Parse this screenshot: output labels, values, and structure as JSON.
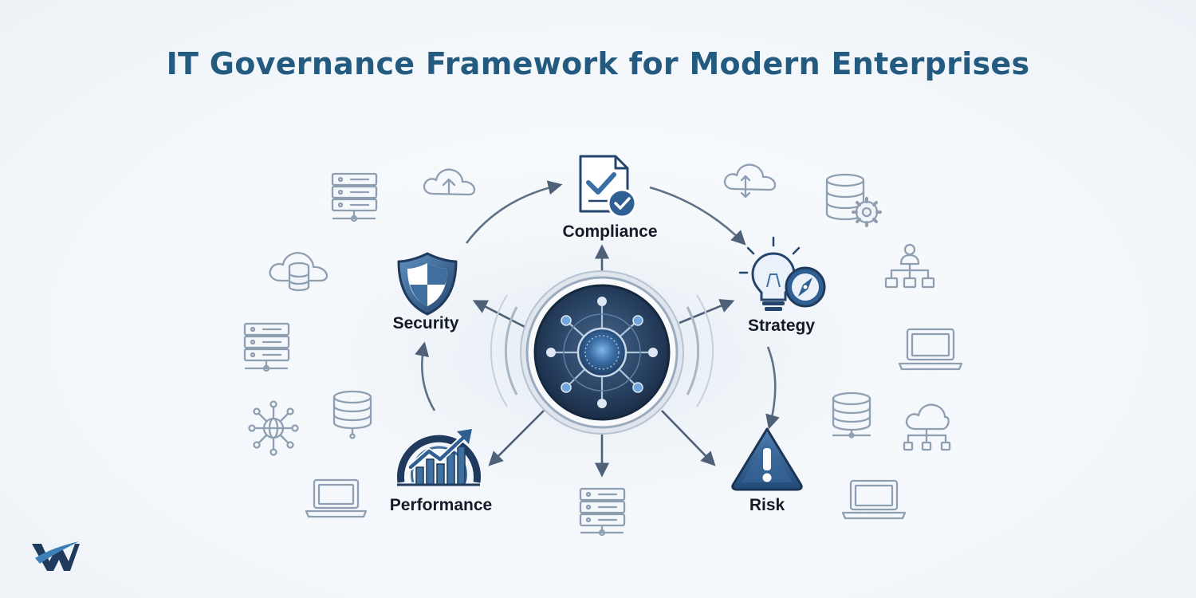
{
  "title": "IT Governance Framework for Modern Enterprises",
  "pillars": [
    {
      "label": "Compliance",
      "icon": "compliance-checklist-icon"
    },
    {
      "label": "Strategy",
      "icon": "strategy-lightbulb-compass-icon"
    },
    {
      "label": "Risk",
      "icon": "risk-warning-icon"
    },
    {
      "label": "Performance",
      "icon": "performance-gauge-icon"
    },
    {
      "label": "Security",
      "icon": "security-shield-icon"
    }
  ],
  "hub": {
    "icon": "governance-hub-icon"
  },
  "logo": {
    "icon": "company-w-logo-icon"
  },
  "colors": {
    "title": "#235a80",
    "accent": "#3e6f9e",
    "dark": "#1f3a5c",
    "line": "#5f7186",
    "peripheral": "#8f9fb2"
  }
}
